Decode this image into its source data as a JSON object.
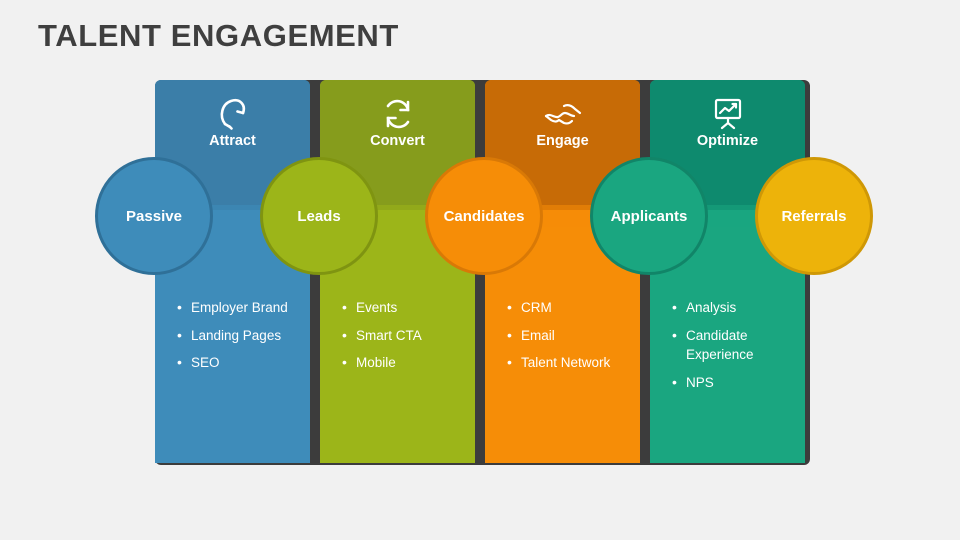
{
  "slide": {
    "title": "TALENT ENGAGEMENT",
    "background_color": "#f1f1f1",
    "title_color": "#3f3f3f",
    "plate_color": "#3c3c3c"
  },
  "stages": [
    {
      "label": "Attract",
      "icon": "magnet-icon",
      "header_color": "#3b7ea8",
      "column_color": "#3e8cba",
      "bullets": [
        "Employer Brand",
        "Landing Pages",
        "SEO"
      ]
    },
    {
      "label": "Convert",
      "icon": "refresh-cycle-icon",
      "header_color": "#869c1c",
      "column_color": "#9cb519",
      "bullets": [
        "Events",
        "Smart CTA",
        "Mobile"
      ]
    },
    {
      "label": "Engage",
      "icon": "handshake-icon",
      "header_color": "#c76b06",
      "column_color": "#f68d07",
      "bullets": [
        "CRM",
        "Email",
        "Talent Network"
      ]
    },
    {
      "label": "Optimize",
      "icon": "chart-board-icon",
      "header_color": "#0e8a6e",
      "column_color": "#1aa680",
      "bullets": [
        "Analysis",
        "Candidate Experience",
        "NPS"
      ]
    }
  ],
  "nodes": [
    {
      "label": "Passive",
      "fill": "#3e8cba",
      "stroke": "#2f7098",
      "size": 118
    },
    {
      "label": "Leads",
      "fill": "#9cb519",
      "stroke": "#7f9411",
      "size": 118
    },
    {
      "label": "Candidates",
      "fill": "#f68d07",
      "stroke": "#d97906",
      "size": 118
    },
    {
      "label": "Applicants",
      "fill": "#1aa680",
      "stroke": "#118568",
      "size": 118
    },
    {
      "label": "Referrals",
      "fill": "#edb30a",
      "stroke": "#cf9806",
      "size": 118
    }
  ],
  "connectors": [
    {
      "color": "#3e8cba"
    },
    {
      "color": "#9cb519"
    },
    {
      "color": "#f68d07"
    },
    {
      "color": "#1aa680"
    }
  ]
}
